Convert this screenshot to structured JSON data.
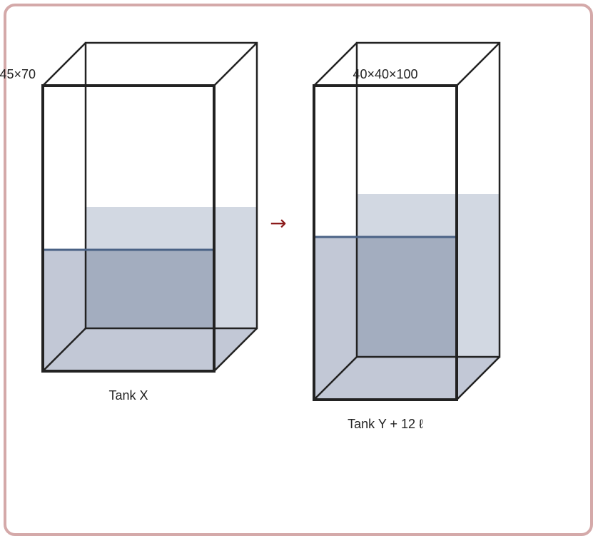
{
  "diagram": {
    "tank_x": {
      "dimension_label": "45×70",
      "caption": "Tank X"
    },
    "arrow": "→",
    "tank_y": {
      "dimension_label": "40×40×100",
      "caption": "Tank Y + 12 ℓ"
    },
    "colors": {
      "frame_border": "#d4a9a9",
      "edge": "#222222",
      "water_back": "#d2d8e2",
      "water_front": "#c2c8d6",
      "water_overlap": "#a3adbf",
      "water_line": "#4a6285",
      "arrow": "#8b1a1a"
    }
  }
}
